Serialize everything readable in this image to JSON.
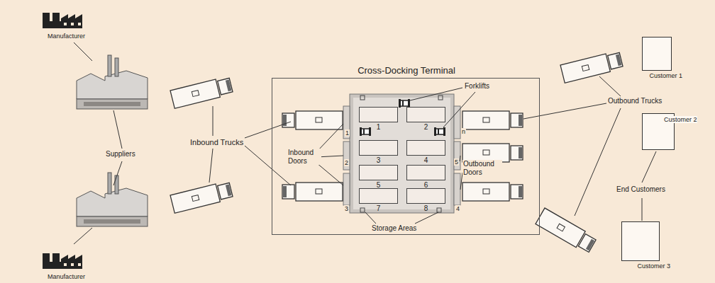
{
  "diagram": {
    "nodes": [
      {
        "text": [
          "Cross-Docking Terminal"
        ]
      },
      {
        "text": [
          "1"
        ],
        "in": 0
      },
      {
        "text": [
          "2"
        ],
        "in": 0
      },
      {
        "text": [
          "3"
        ],
        "in": 0
      },
      {
        "text": [
          "4"
        ],
        "in": 0
      },
      {
        "text": [
          "5"
        ],
        "in": 0
      },
      {
        "text": [
          "6"
        ],
        "in": 0
      },
      {
        "text": [
          "7"
        ],
        "in": 0
      },
      {
        "text": [
          "8"
        ],
        "in": 0
      },
      {
        "text": [
          "Customer 1"
        ]
      },
      {
        "text": [
          "Customer 2"
        ]
      },
      {
        "text": [
          "Customer 3"
        ]
      }
    ],
    "labels": [
      "Manufacturer",
      "Manufacturer",
      "Suppliers",
      "Inbound Trucks",
      "Forklifts",
      "Inbound Doors",
      "Outbound Doors",
      "Storage Areas",
      "1",
      "2",
      "3",
      "n",
      "5",
      "4",
      "Outbound Trucks",
      "End Customers"
    ]
  }
}
